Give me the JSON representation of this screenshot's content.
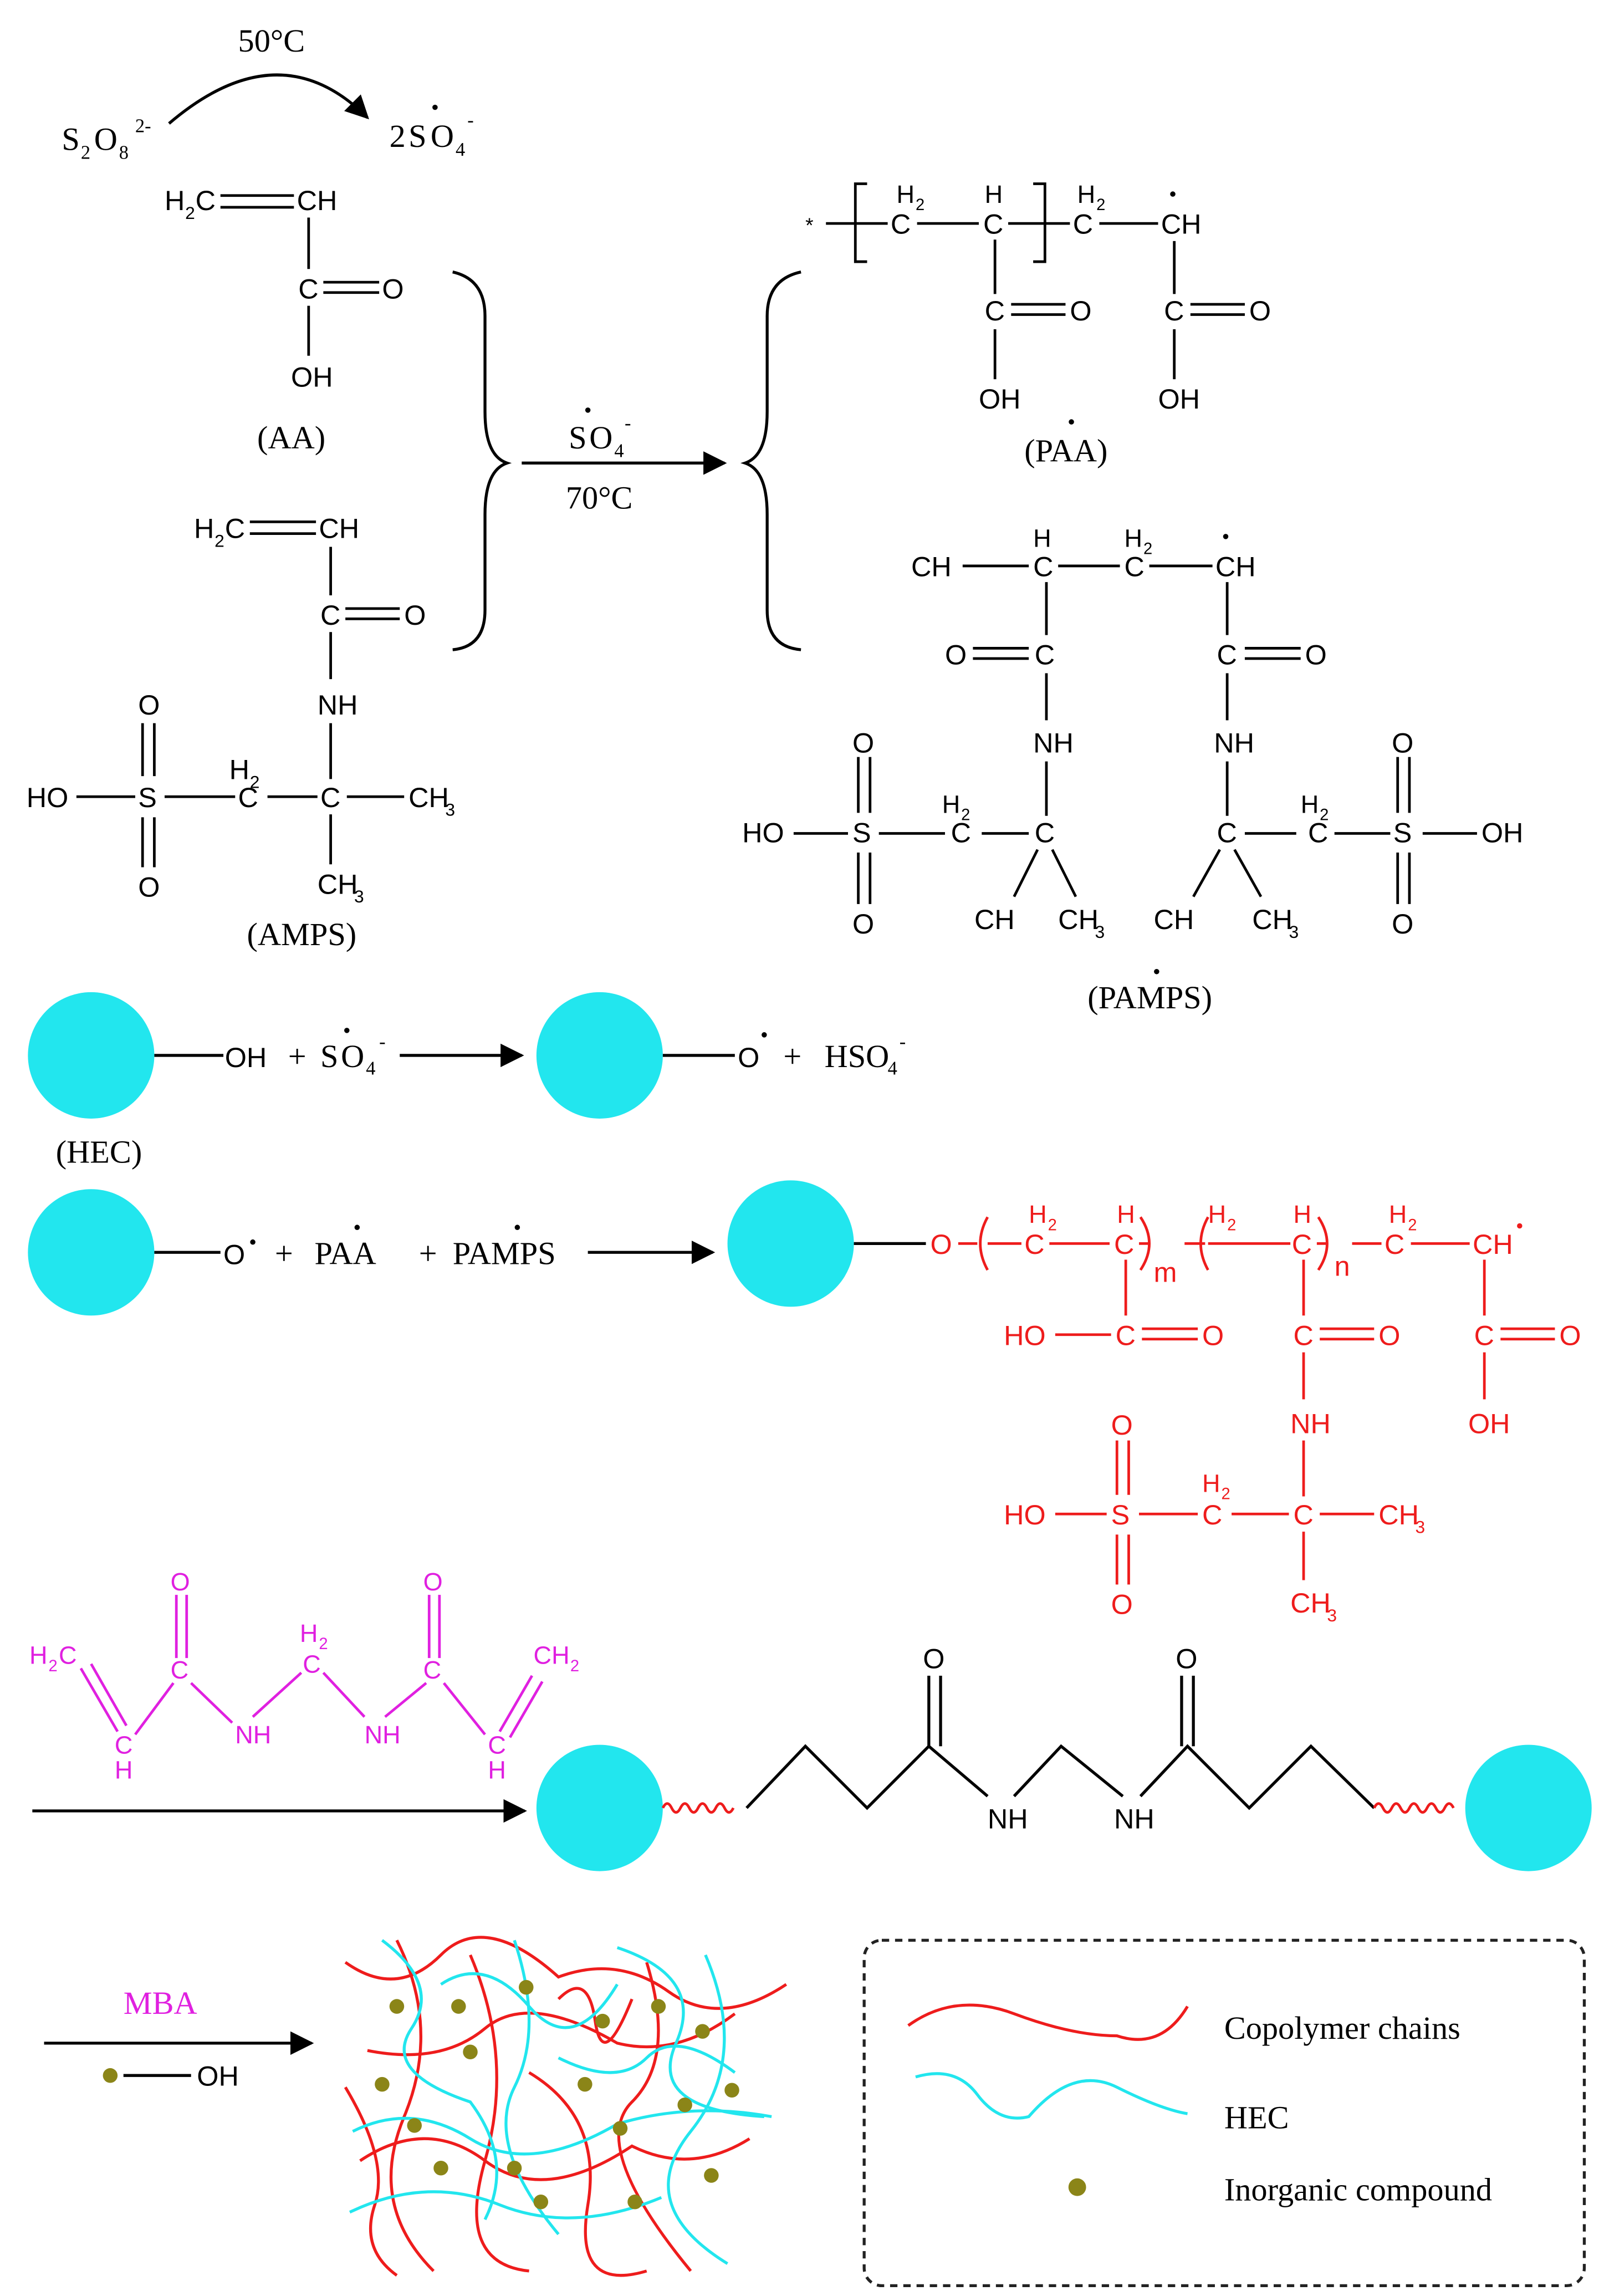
{
  "colors": {
    "ink": "#000000",
    "copolymer": "#ee1c1c",
    "crosslinker": "#e020e0",
    "hec": "#22e6ee",
    "inorganic": "#8b8518",
    "box_border": "#222222"
  },
  "initiation": {
    "reactant_S": "S",
    "reactant_O": "O",
    "reactant_sub2": "2",
    "reactant_sub8": "8",
    "reactant_sup": "2-",
    "temp": "50°C",
    "product_coef": "2",
    "product_S": "S",
    "product_O": "O",
    "product_sub": "4",
    "product_sup": "-"
  },
  "monomers": {
    "aa_label": "(AA)",
    "amps_label": "(AMPS)",
    "ch": "CH",
    "h2c": "H",
    "c2": "2",
    "c": "C",
    "o": "O",
    "oh": "OH",
    "nh": "NH",
    "s": "S",
    "ho": "HO",
    "ch3": "CH",
    "h2": "H",
    "sub3": "3"
  },
  "step1": {
    "radical_S": "S",
    "radical_O": "O",
    "radical_sub": "4",
    "radical_sup": "-",
    "temp": "70°C"
  },
  "radicals": {
    "paa_label": "(PAA)",
    "pamps_label": "(PAMPS)",
    "star": "*"
  },
  "hec_step": {
    "oh": "OH",
    "plus": "+",
    "radical_S": "S",
    "radical_O": "O",
    "radical_sub": "4",
    "radical_sup": "-",
    "o_radical": "O",
    "hso4": "HSO",
    "hso4_sub": "4",
    "hso4_sup": "-",
    "hec_label": "(HEC)"
  },
  "graft_step": {
    "o_radical": "O",
    "plus": "+",
    "paa": "PAA",
    "pamps": "PAMPS",
    "m": "m",
    "n": "n"
  },
  "crosslink": {
    "mba_label": "MBA",
    "oh": "OH"
  },
  "legend": {
    "items": [
      {
        "label": "Copolymer chains"
      },
      {
        "label": "HEC"
      },
      {
        "label": "Inorganic compound"
      }
    ]
  }
}
